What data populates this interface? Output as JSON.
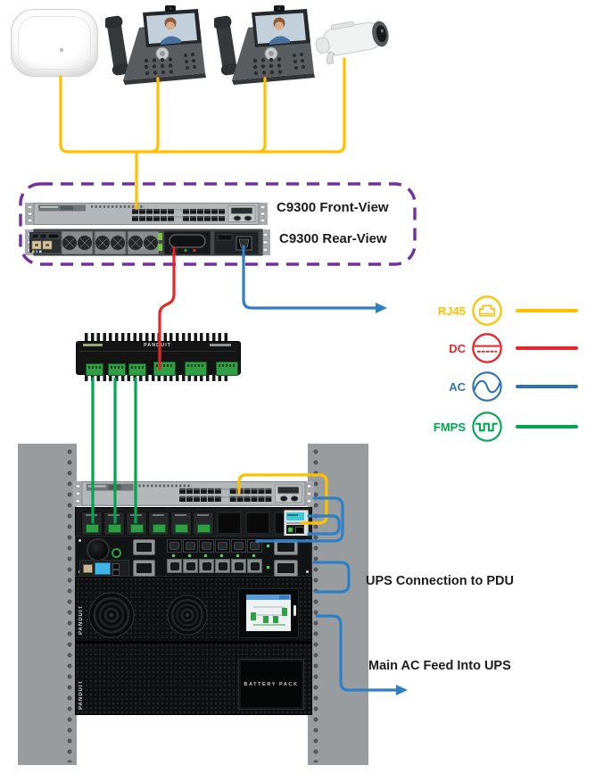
{
  "switch_labels": {
    "front_view": "C9300 Front-View",
    "rear_view": "C9300 Rear-View"
  },
  "annotations": {
    "ups_to_pdu": "UPS Connection to PDU",
    "main_ac_feed": "Main AC Feed Into UPS"
  },
  "legend": {
    "items": [
      {
        "id": "rj45",
        "label": "RJ45",
        "color": "#FFC000"
      },
      {
        "id": "dc",
        "label": "DC",
        "color": "#E8262A"
      },
      {
        "id": "ac",
        "label": "AC",
        "color": "#2E74B5"
      },
      {
        "id": "fmps",
        "label": "FMPS",
        "color": "#00A651"
      }
    ]
  },
  "rack": {
    "battery_pack_label": "BATTERY PACK",
    "ups_brand": "PANDUIT",
    "battery_brand": "PANDUIT"
  },
  "fmps_device": {
    "brand": "PANDUIT"
  },
  "colors": {
    "rj45_cable": "#FFC000",
    "dc_cable": "#E8262A",
    "ac_cable": "#2E80C6",
    "fmps_cable": "#00A651",
    "boundary": "#7030A0"
  }
}
